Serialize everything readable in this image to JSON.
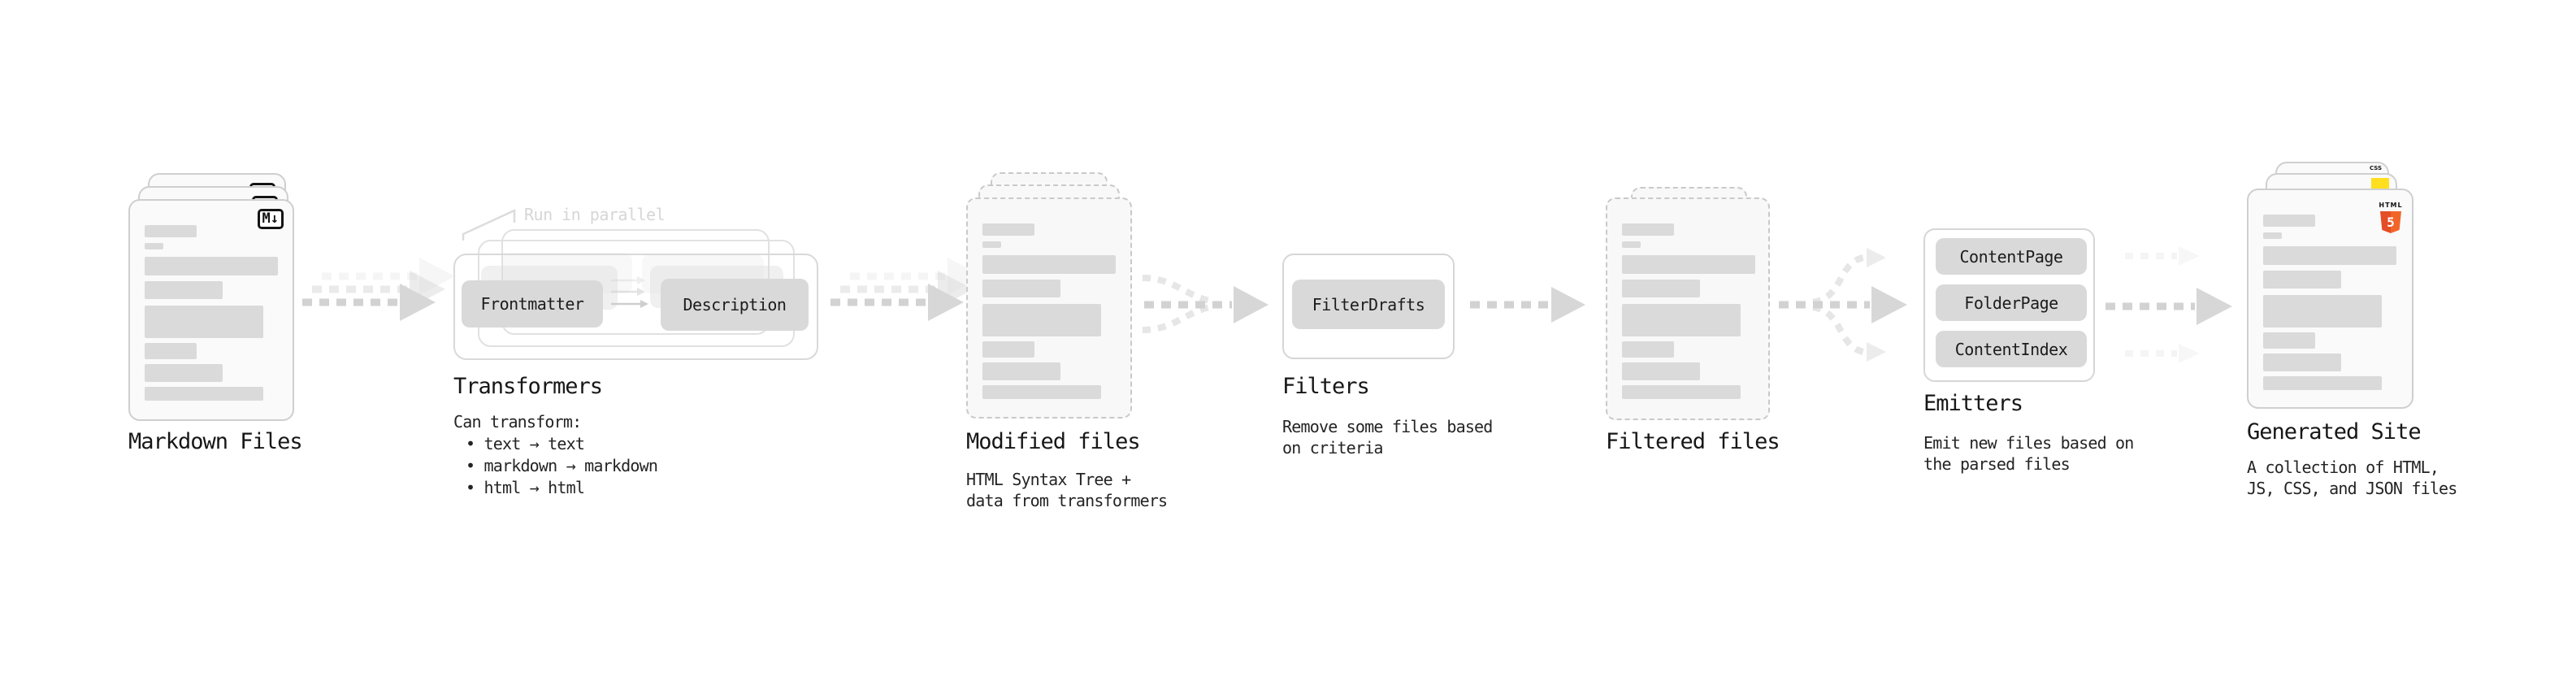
{
  "stages": {
    "markdown": {
      "badge": "M↓",
      "title": "Markdown Files"
    },
    "transformers": {
      "note": "Run in parallel",
      "step_left": "Frontmatter",
      "step_right": "Description",
      "title": "Transformers",
      "caption": "Can transform:",
      "bullets": [
        "• text → text",
        "• markdown → markdown",
        "• html → html"
      ]
    },
    "modified": {
      "title": "Modified files",
      "caption1": "HTML Syntax Tree +",
      "caption2": "data from transformers"
    },
    "filters": {
      "step": "FilterDrafts",
      "title": "Filters",
      "caption1": "Remove some files based",
      "caption2": "on criteria"
    },
    "filtered": {
      "title": "Filtered files"
    },
    "emitters": {
      "steps": [
        "ContentPage",
        "FolderPage",
        "ContentIndex"
      ],
      "title": "Emitters",
      "caption1": "Emit new files based on",
      "caption2": "the parsed files"
    },
    "generated": {
      "title": "Generated Site",
      "caption1": "A collection of HTML,",
      "caption2": "JS, CSS, and JSON files",
      "css_badge": "CSS",
      "html_badge_word": "HTML",
      "html_badge_number": "5"
    }
  },
  "colors": {
    "html5_orange": "#e44d26",
    "js_yellow": "#ffdf1e",
    "css_blue": "#2965f1"
  }
}
